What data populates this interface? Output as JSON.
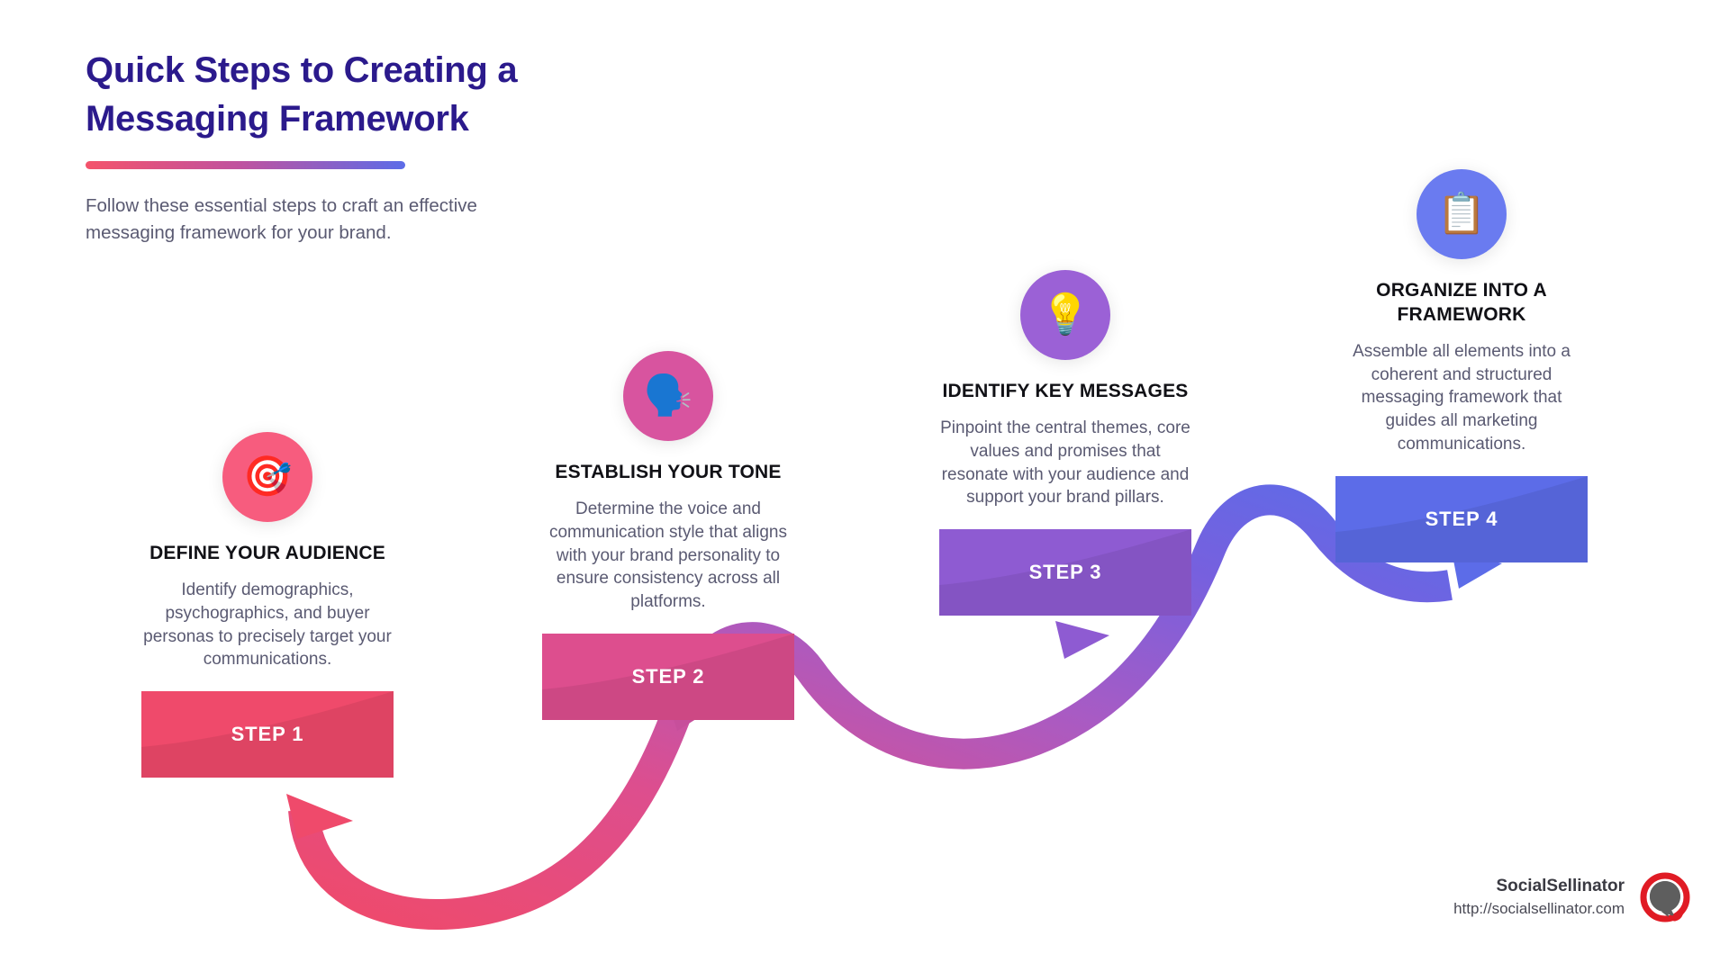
{
  "header": {
    "title_line_1": "Quick Steps to Creating a",
    "title_line_2": "Messaging Framework",
    "subtitle": "Follow these essential steps to craft an effective messaging framework for your brand.",
    "title_color": "#2B1A8C",
    "divider_from": "#F4536B",
    "divider_to": "#5C6CE8"
  },
  "steps": [
    {
      "id": "step-1",
      "icon": "🎯",
      "icon_name": "target-dart-icon",
      "icon_bg": "#F75C7E",
      "heading": "DEFINE YOUR AUDIENCE",
      "description": "Identify demographics, psychographics, and buyer personas to precisely target your communications.",
      "box_label": "STEP 1",
      "box_color": "#EF4A6B"
    },
    {
      "id": "step-2",
      "icon": "🗣️",
      "icon_name": "speaking-head-icon",
      "icon_bg": "#D8549F",
      "heading": "ESTABLISH YOUR TONE",
      "description": "Determine the voice and communication style that aligns with your brand personality to ensure consistency across all platforms.",
      "box_label": "STEP 2",
      "box_color": "#DD4E8E"
    },
    {
      "id": "step-3",
      "icon": "💡",
      "icon_name": "light-bulb-icon",
      "icon_bg": "#9B61D6",
      "heading": "IDENTIFY KEY MESSAGES",
      "description": "Pinpoint the central themes, core values and promises that resonate with your audience and support your brand pillars.",
      "box_label": "STEP 3",
      "box_color": "#8E5BD2"
    },
    {
      "id": "step-4",
      "icon": "📋",
      "icon_name": "clipboard-icon",
      "icon_bg": "#6A7BF0",
      "heading": "ORGANIZE INTO A FRAMEWORK",
      "description": "Assemble all elements into a coherent and structured messaging framework that guides all marketing communications.",
      "box_label": "STEP 4",
      "box_color": "#5C6CE8"
    }
  ],
  "footer": {
    "brand_name": "SocialSellinator",
    "brand_url": "http://socialsellinator.com",
    "logo_ring_color": "#E01B24",
    "logo_bubble_color": "#5E5E5E"
  }
}
